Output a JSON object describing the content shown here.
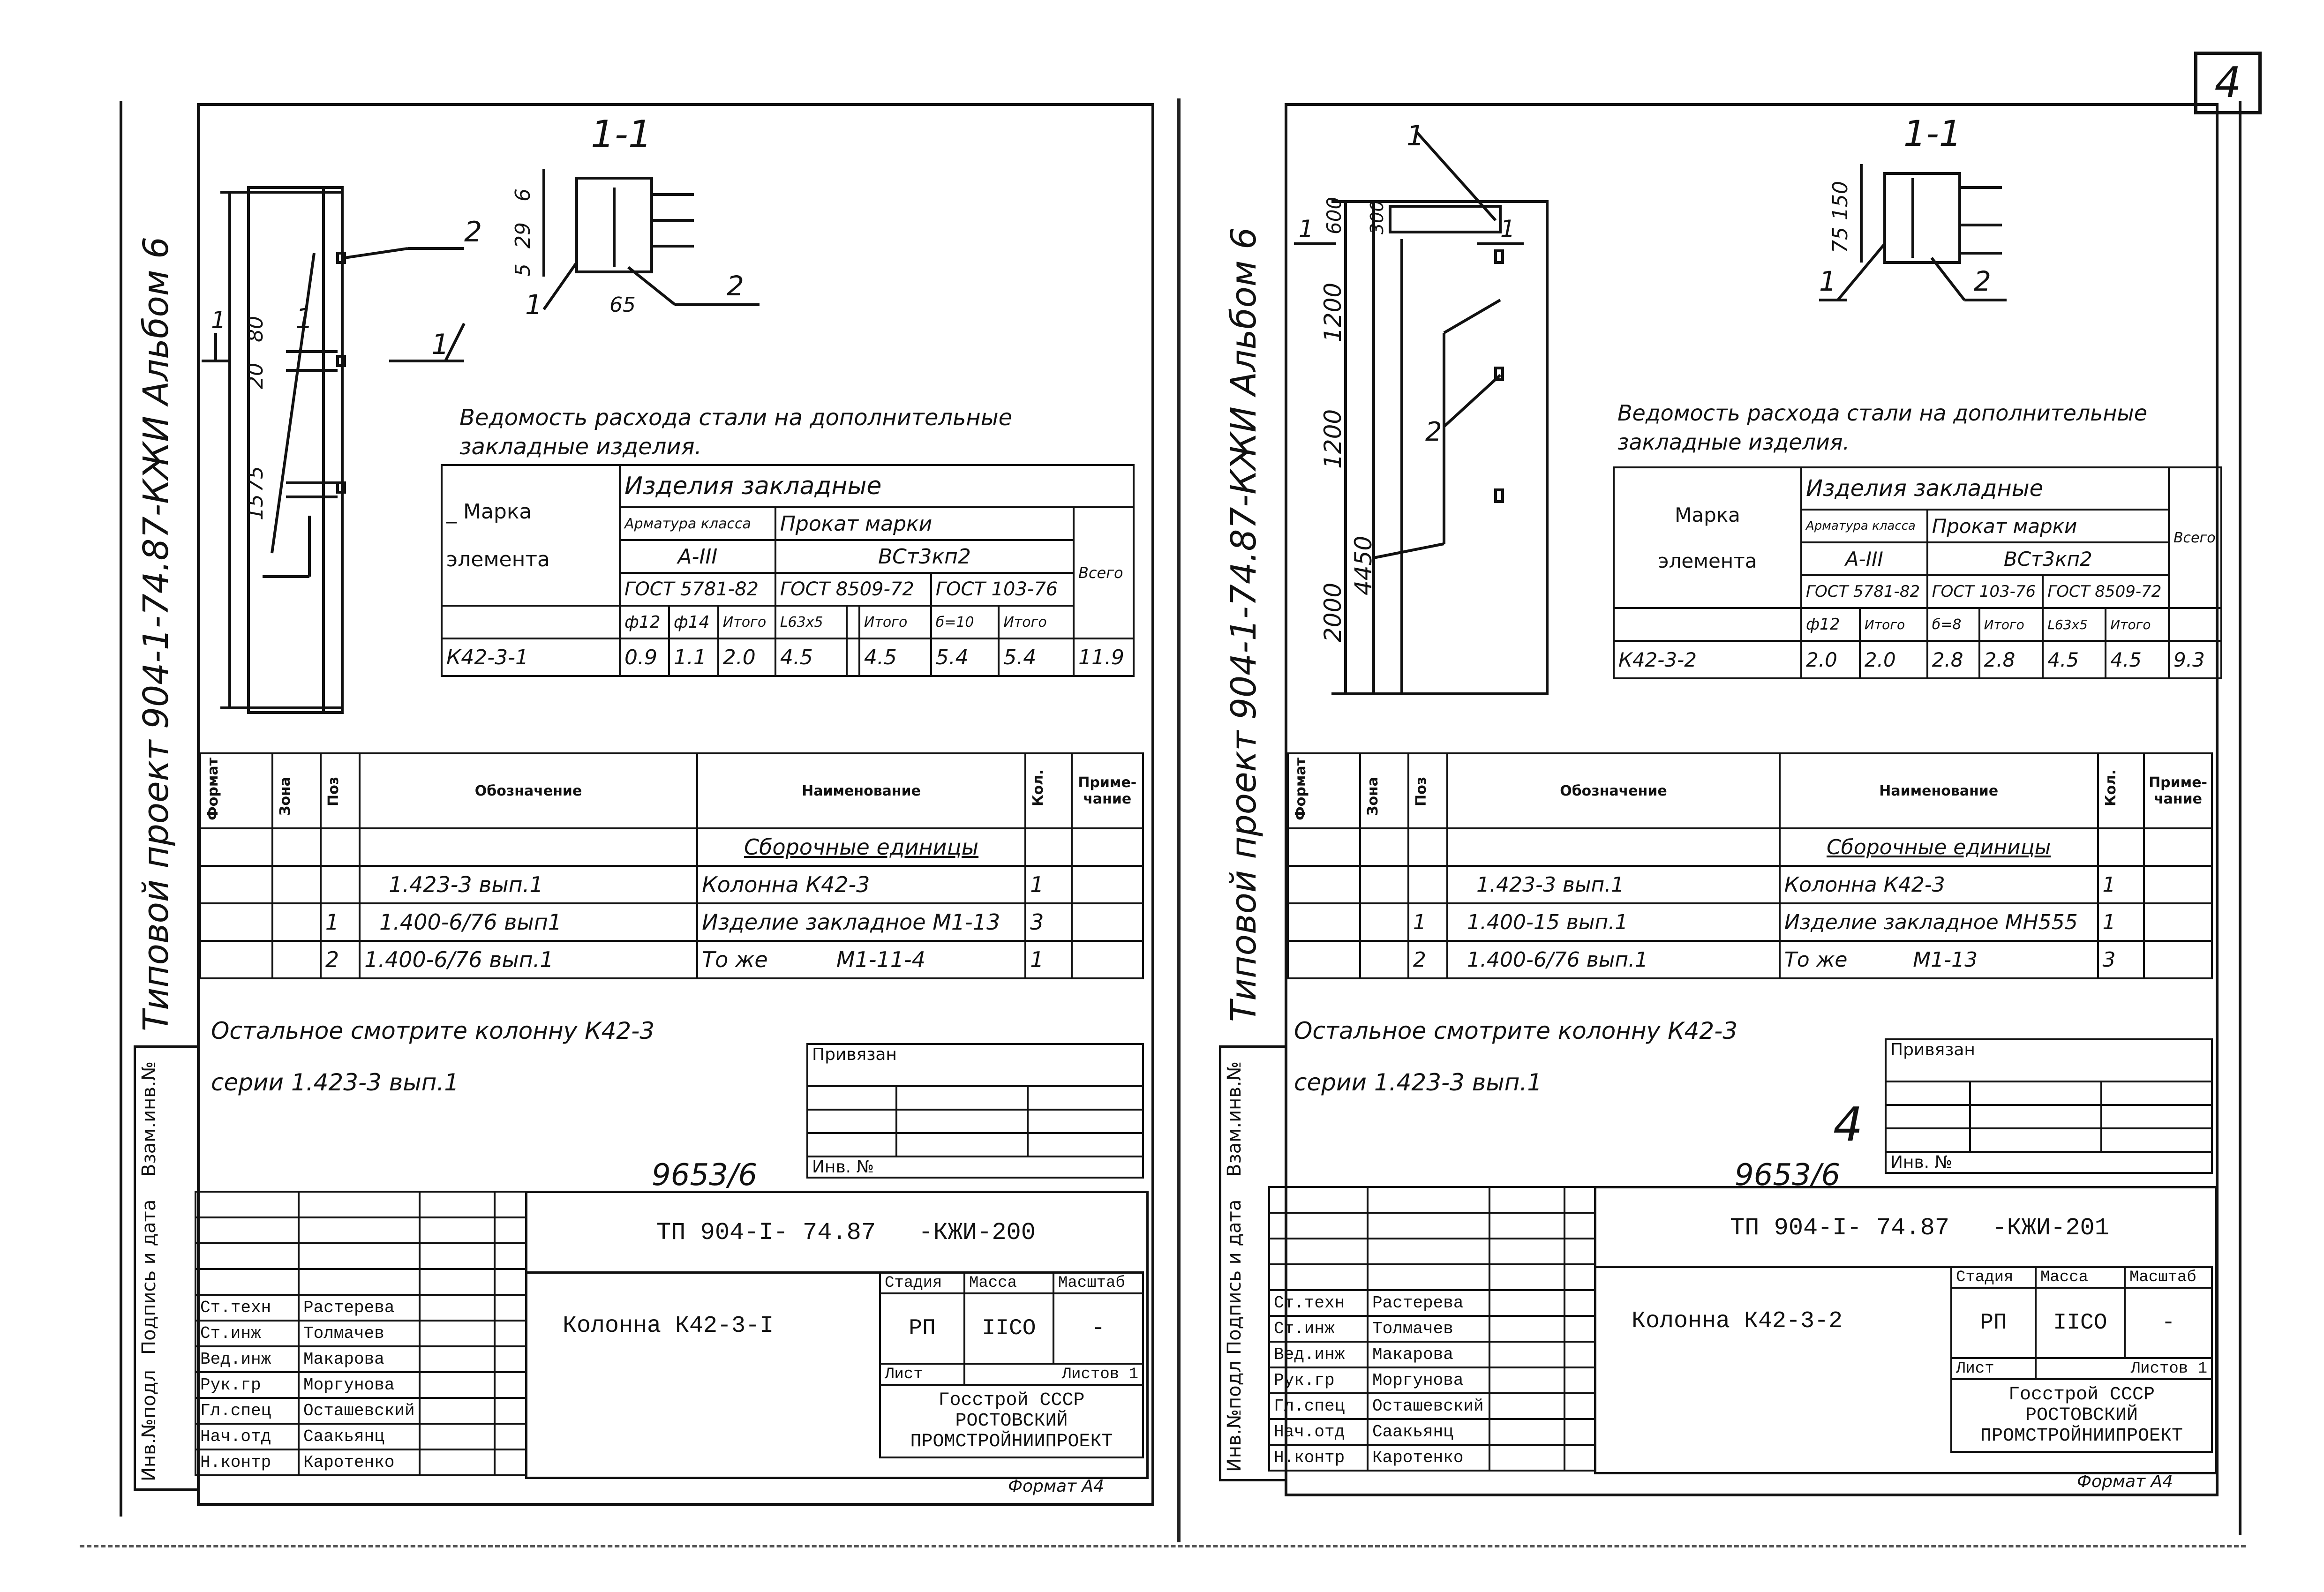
{
  "page_number": "4",
  "sheets": [
    {
      "album_line": "Типовой проект 904-1-74.87-КЖИ   Альбом 6",
      "section_label": "1-1",
      "marks": {
        "view_arrow": "1",
        "view_arrow2": "1",
        "pos1": "1",
        "pos2": "2"
      },
      "dims": {
        "top_a": "6",
        "top_b": "29",
        "top_c": "5",
        "top_d": "65",
        "side_a": "80",
        "side_b": "20",
        "side_c": "75",
        "side_d": "15"
      },
      "statement_title": "Ведомость расхода стали на дополнительные закладные изделия.",
      "steel": {
        "hdr_items": "Изделия закладные",
        "hdr_mark": "_ Марка",
        "hdr_element": "элемента",
        "hdr_rebar": "Арматура класса",
        "hdr_rolled": "Прокат марки",
        "rebar_class": "А-III",
        "rolled_grade": "ВСт3кп2",
        "std1": "ГОСТ 5781-82",
        "std2": "ГОСТ 8509-72",
        "std3": "ГОСТ 103-76",
        "total": "Всего",
        "c1": "ф12",
        "c2": "ф14",
        "c3": "Итого",
        "c4": "L63х5",
        "c5": "",
        "c6": "Итого",
        "c7": "б=10",
        "c8": "Итого",
        "row_mark": "К42-3-1",
        "vals": [
          "0.9",
          "1.1",
          "2.0",
          "4.5",
          "",
          "4.5",
          "5.4",
          "5.4",
          "11.9"
        ]
      },
      "spec": {
        "h_format": "Формат",
        "h_zone": "Зона",
        "h_pos": "Поз",
        "h_designation": "Обозначение",
        "h_name": "Наименование",
        "h_qty": "Кол.",
        "h_note": "Приме-чание",
        "section": "Сборочные единицы",
        "rows": [
          {
            "pos": "",
            "designation": "1.423-3 вып.1",
            "name": "Колонна К42-3",
            "qty": "1"
          },
          {
            "pos": "1",
            "designation": "1.400-6/76 вып1",
            "name": "Изделие закладное М1-13",
            "qty": "3"
          },
          {
            "pos": "2",
            "designation": "1.400-6/76 вып.1",
            "name": "То же          М1-11-4",
            "qty": "1"
          }
        ]
      },
      "note_line1": "Остальное смотрите колонну К42-3",
      "note_line2": "серии 1.423-3 вып.1",
      "privyazan": "Привязан",
      "inv_no": "Инв. №",
      "archive_no": "9653/6",
      "stamp": {
        "code": "ТП 904-I- 74.87",
        "suffix": "-КЖИ-200",
        "title": "Колонна К42-3-I",
        "stage_h": "Стадия",
        "mass_h": "Масса",
        "scale_h": "Масштаб",
        "stage": "РП",
        "mass": "IIСО",
        "scale": "-",
        "sheet_h": "Лист",
        "sheets_h": "Листов 1",
        "org1": "Госстрой СССР",
        "org2": "РОСТОВСКИЙ",
        "org3": "ПРОМСТРОЙНИИПРОЕКТ",
        "roles": [
          "Ст.техн",
          "Ст.инж",
          "Вед.инж",
          "Рук.гр",
          "Гл.спец",
          "Нач.отд",
          "Н.контр"
        ],
        "names": [
          "Растерева",
          "Толмачев",
          "Макарова",
          "Моргунова",
          "Осташевский",
          "Саакьянц",
          "Каротенко"
        ]
      },
      "side_labels": [
        "Взам.инв.№",
        "Подпись и дата",
        "Инв.№подл"
      ],
      "format": "Формат А4"
    },
    {
      "album_line": "Типовой проект 904-1-74.87-КЖИ   Альбом 6",
      "section_label": "1-1",
      "marks": {
        "view_arrow": "1",
        "view_arrow2": "1",
        "pos1": "1",
        "pos2": "2"
      },
      "dims": {
        "d1": "600",
        "d2": "300",
        "d3": "1200",
        "d4": "1200",
        "d5": "2000",
        "d6": "4450",
        "top_a": "150",
        "top_b": "75"
      },
      "statement_title": "Ведомость расхода стали на дополнительные закладные изделия.",
      "steel": {
        "hdr_items": "Изделия закладные",
        "hdr_mark": "Марка",
        "hdr_element": "элемента",
        "hdr_rebar": "Арматура класса",
        "hdr_rolled": "Прокат марки",
        "rebar_class": "А-III",
        "rolled_grade": "ВСт3кп2",
        "std1": "ГОСТ 5781-82",
        "std2": "ГОСТ 103-76",
        "std3": "ГОСТ 8509-72",
        "total": "Всего",
        "c1": "ф12",
        "c2": "Итого",
        "c3": "б=8",
        "c4": "Итого",
        "c5": "L63х5",
        "c6": "Итого",
        "row_mark": "К42-3-2",
        "vals": [
          "2.0",
          "2.0",
          "2.8",
          "2.8",
          "4.5",
          "4.5",
          "9.3"
        ]
      },
      "spec": {
        "h_format": "Формат",
        "h_zone": "Зона",
        "h_pos": "Поз",
        "h_designation": "Обозначение",
        "h_name": "Наименование",
        "h_qty": "Кол.",
        "h_note": "Приме-чание",
        "section": "Сборочные единицы",
        "rows": [
          {
            "pos": "",
            "designation": "1.423-3 вып.1",
            "name": "Колонна К42-3",
            "qty": "1"
          },
          {
            "pos": "1",
            "designation": "1.400-15 вып.1",
            "name": "Изделие закладное МН555",
            "qty": "1"
          },
          {
            "pos": "2",
            "designation": "1.400-6/76 вып.1",
            "name": "То же          М1-13",
            "qty": "3"
          }
        ]
      },
      "note_line1": "Остальное смотрите колонну К42-3",
      "note_line2": "серии 1.423-3 вып.1",
      "privyazan": "Привязан",
      "inv_no": "Инв. №",
      "archive_no": "9653/6",
      "archive_digit": "4",
      "stamp": {
        "code": "ТП 904-I- 74.87",
        "suffix": "-КЖИ-201",
        "title": "Колонна К42-3-2",
        "stage_h": "Стадия",
        "mass_h": "Масса",
        "scale_h": "Масштаб",
        "stage": "РП",
        "mass": "IIСО",
        "scale": "-",
        "sheet_h": "Лист",
        "sheets_h": "Листов 1",
        "org1": "Госстрой СССР",
        "org2": "РОСТОВСКИЙ",
        "org3": "ПРОМСТРОЙНИИПРОЕКТ",
        "roles": [
          "Ст.техн",
          "Ст.инж",
          "Вед.инж",
          "Рук.гр",
          "Гл.спец",
          "Нач.отд",
          "Н.контр"
        ],
        "names": [
          "Растерева",
          "Толмачев",
          "Макарова",
          "Моргунова",
          "Осташевский",
          "Саакьянц",
          "Каротенко"
        ]
      },
      "side_labels": [
        "Взам.инв.№",
        "Подпись и дата",
        "Инв.№подл"
      ],
      "format": "Формат А4"
    }
  ]
}
